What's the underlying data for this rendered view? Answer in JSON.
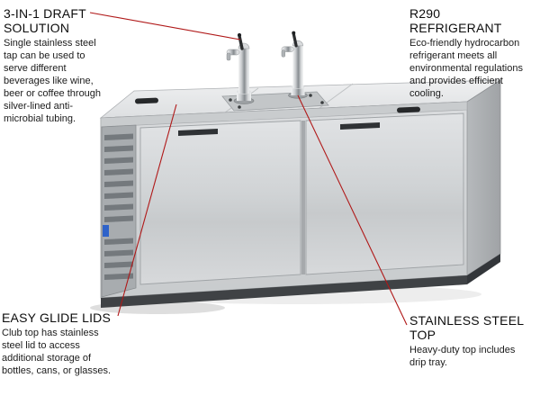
{
  "page": {
    "background": "#ffffff"
  },
  "colors": {
    "callout_line": "#b01818",
    "heading": "#0d0d0d",
    "body_text": "#1b1b1b",
    "cabinet_front": "#d3d5d7",
    "cabinet_side": "#b0b3b6",
    "cabinet_top": "#e7e9ea",
    "base_dark": "#3f4245",
    "sticker_blue": "#2f63c9"
  },
  "product": {
    "name": "two-door stainless draft beer cooler with dual tap towers"
  },
  "callouts": {
    "draft_solution": {
      "title": "3-IN-1 DRAFT SOLUTION",
      "body": "Single stainless steel tap can be used to serve different beverages like wine, beer or coffee through silver-lined anti-microbial tubing."
    },
    "r290": {
      "title": "R290 REFRIGERANT",
      "body": "Eco-friendly hydrocarbon refrigerant  meets all environmental regulations and provides efficient cooling."
    },
    "easy_glide_lids": {
      "title": "EASY GLIDE LIDS",
      "body": "Club top has stainless steel lid to access additional storage of bottles, cans, or glasses."
    },
    "stainless_top": {
      "title": "STAINLESS STEEL TOP",
      "body": "Heavy-duty top includes drip tray."
    }
  }
}
